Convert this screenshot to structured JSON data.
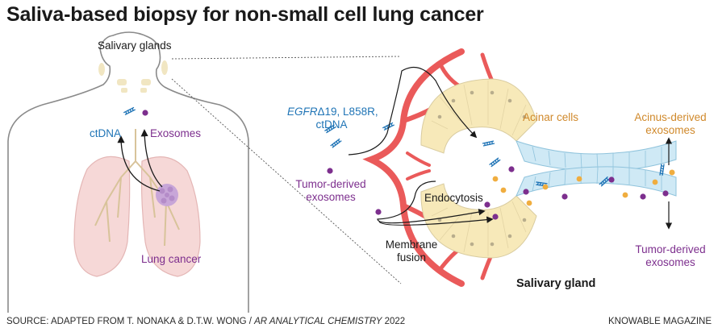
{
  "title": "Saliva-based biopsy for non-small cell lung cancer",
  "labels": {
    "salivary_glands": "Salivary glands",
    "ctdna": "ctDNA",
    "exosomes": "Exosomes",
    "lung_cancer": "Lung cancer",
    "egfr_italic": "EGFR",
    "egfr_rest": "Δ19, L858R,",
    "egfr_ctdna": "ctDNA",
    "tumor_derived_left_line1": "Tumor-derived",
    "tumor_derived_left_line2": "exosomes",
    "endocytosis": "Endocytosis",
    "membrane_fusion_line1": "Membrane",
    "membrane_fusion_line2": "fusion",
    "acinar_cells": "Acinar cells",
    "acinus_derived_line1": "Acinus-derived",
    "acinus_derived_line2": "exosomes",
    "tumor_derived_right_line1": "Tumor-derived",
    "tumor_derived_right_line2": "exosomes",
    "salivary_gland": "Salivary gland"
  },
  "footer": {
    "source_prefix": "SOURCE: ADAPTED FROM T. NONAKA & D.T.W. WONG / ",
    "source_journal": "AR ANALYTICAL CHEMISTRY",
    "source_year": " 2022",
    "brand": "KNOWABLE MAGAZINE"
  },
  "colors": {
    "ctdna_blue": "#1f74b6",
    "exosome_purple": "#7d2f8e",
    "acinus_orange": "#d0892b",
    "vessel_red": "#ea5a5a",
    "acinar_cell": "#f7e9b9",
    "duct_cell": "#cfe9f5",
    "lung_pink": "#f6d8d7"
  }
}
